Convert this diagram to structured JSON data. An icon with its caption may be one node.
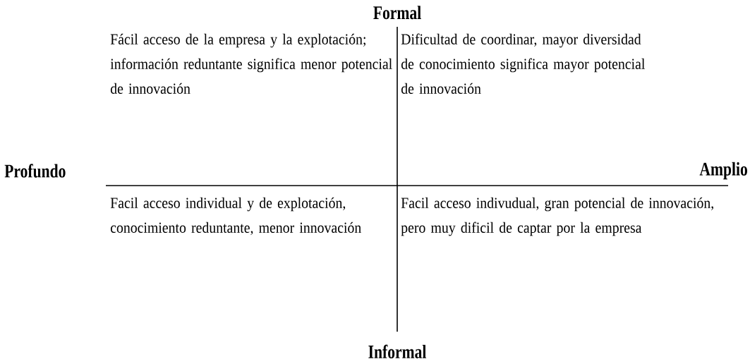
{
  "diagram": {
    "labels": [
      "Formal",
      "Fácil acceso de la empresa y la explotación; información reduntante significa menor potencial de innovación",
      "Dificultad de coordinar, mayor diversidad de conocimiento significa mayor potencial de innovación",
      "Profundo",
      "Amplio",
      "Facil acceso individual y de explotación, conocimiento reduntante, menor innovación",
      "Facil acceso indivudual, gran potencial de innovación, pero muy dificil de captar por la empresa",
      "Informal"
    ]
  }
}
